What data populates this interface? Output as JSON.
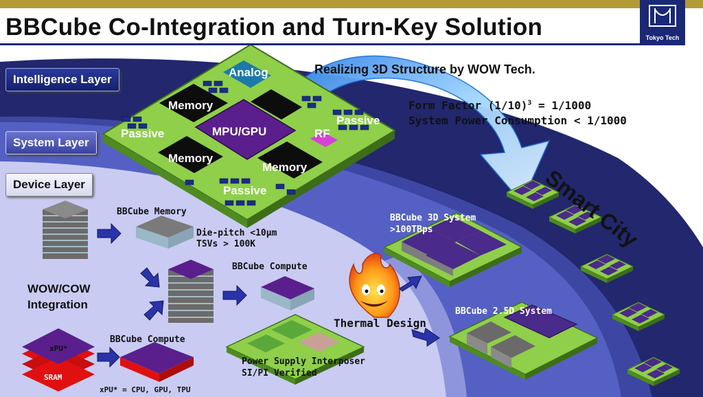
{
  "header": {
    "title": "BBCube Co-Integration and Turn-Key Solution",
    "logo_text": "Tokyo Tech"
  },
  "layers": {
    "intelligence": "Intelligence Layer",
    "system": "System Layer",
    "device": "Device Layer"
  },
  "chip": {
    "analog": "Analog",
    "memory_top": "Memory",
    "passive_left": "Passive",
    "mpu_gpu": "MPU/GPU",
    "rf": "RF",
    "passive_right": "Passive",
    "memory_left": "Memory",
    "memory_right": "Memory",
    "passive_bottom": "Passive"
  },
  "callouts": {
    "wow_tech": "Realizing 3D Structure by WOW Tech.",
    "form_factor_prefix": "Form Factor (1/10)",
    "form_factor_exp": "3",
    "form_factor_suffix": " = 1/1000",
    "power": "System Power Consumption < 1/1000",
    "smart_city": "Smart City"
  },
  "device": {
    "bbcube_memory": "BBCube Memory",
    "die_pitch": "Die-pitch <10µm",
    "tsvs": "TSVs > 100K",
    "bbcube_compute_mid": "BBCube Compute",
    "wow_cow_1": "WOW/COW",
    "wow_cow_2": "Integration",
    "xpu": "xPU*",
    "sram": "SRAM",
    "bbcube_compute_bottom": "BBCube Compute",
    "xpu_note": "xPU* = CPU, GPU, TPU",
    "power_supply_1": "Power Supply Interposer",
    "power_supply_2": "SI/PI Verified",
    "thermal": "Thermal Design"
  },
  "systems": {
    "sys3d": "BBCube 3D System",
    "sys3d_bw": ">100TBps",
    "sys25d": "BBCube 2.5D System"
  },
  "colors": {
    "dark_navy": "#22276e",
    "mid_blue": "#3d47a3",
    "light_lavender": "#c9cbf2",
    "chip_green": "#7fbf3c",
    "die_purple": "#5a1f8c",
    "title_bar": "#1e2a78"
  }
}
